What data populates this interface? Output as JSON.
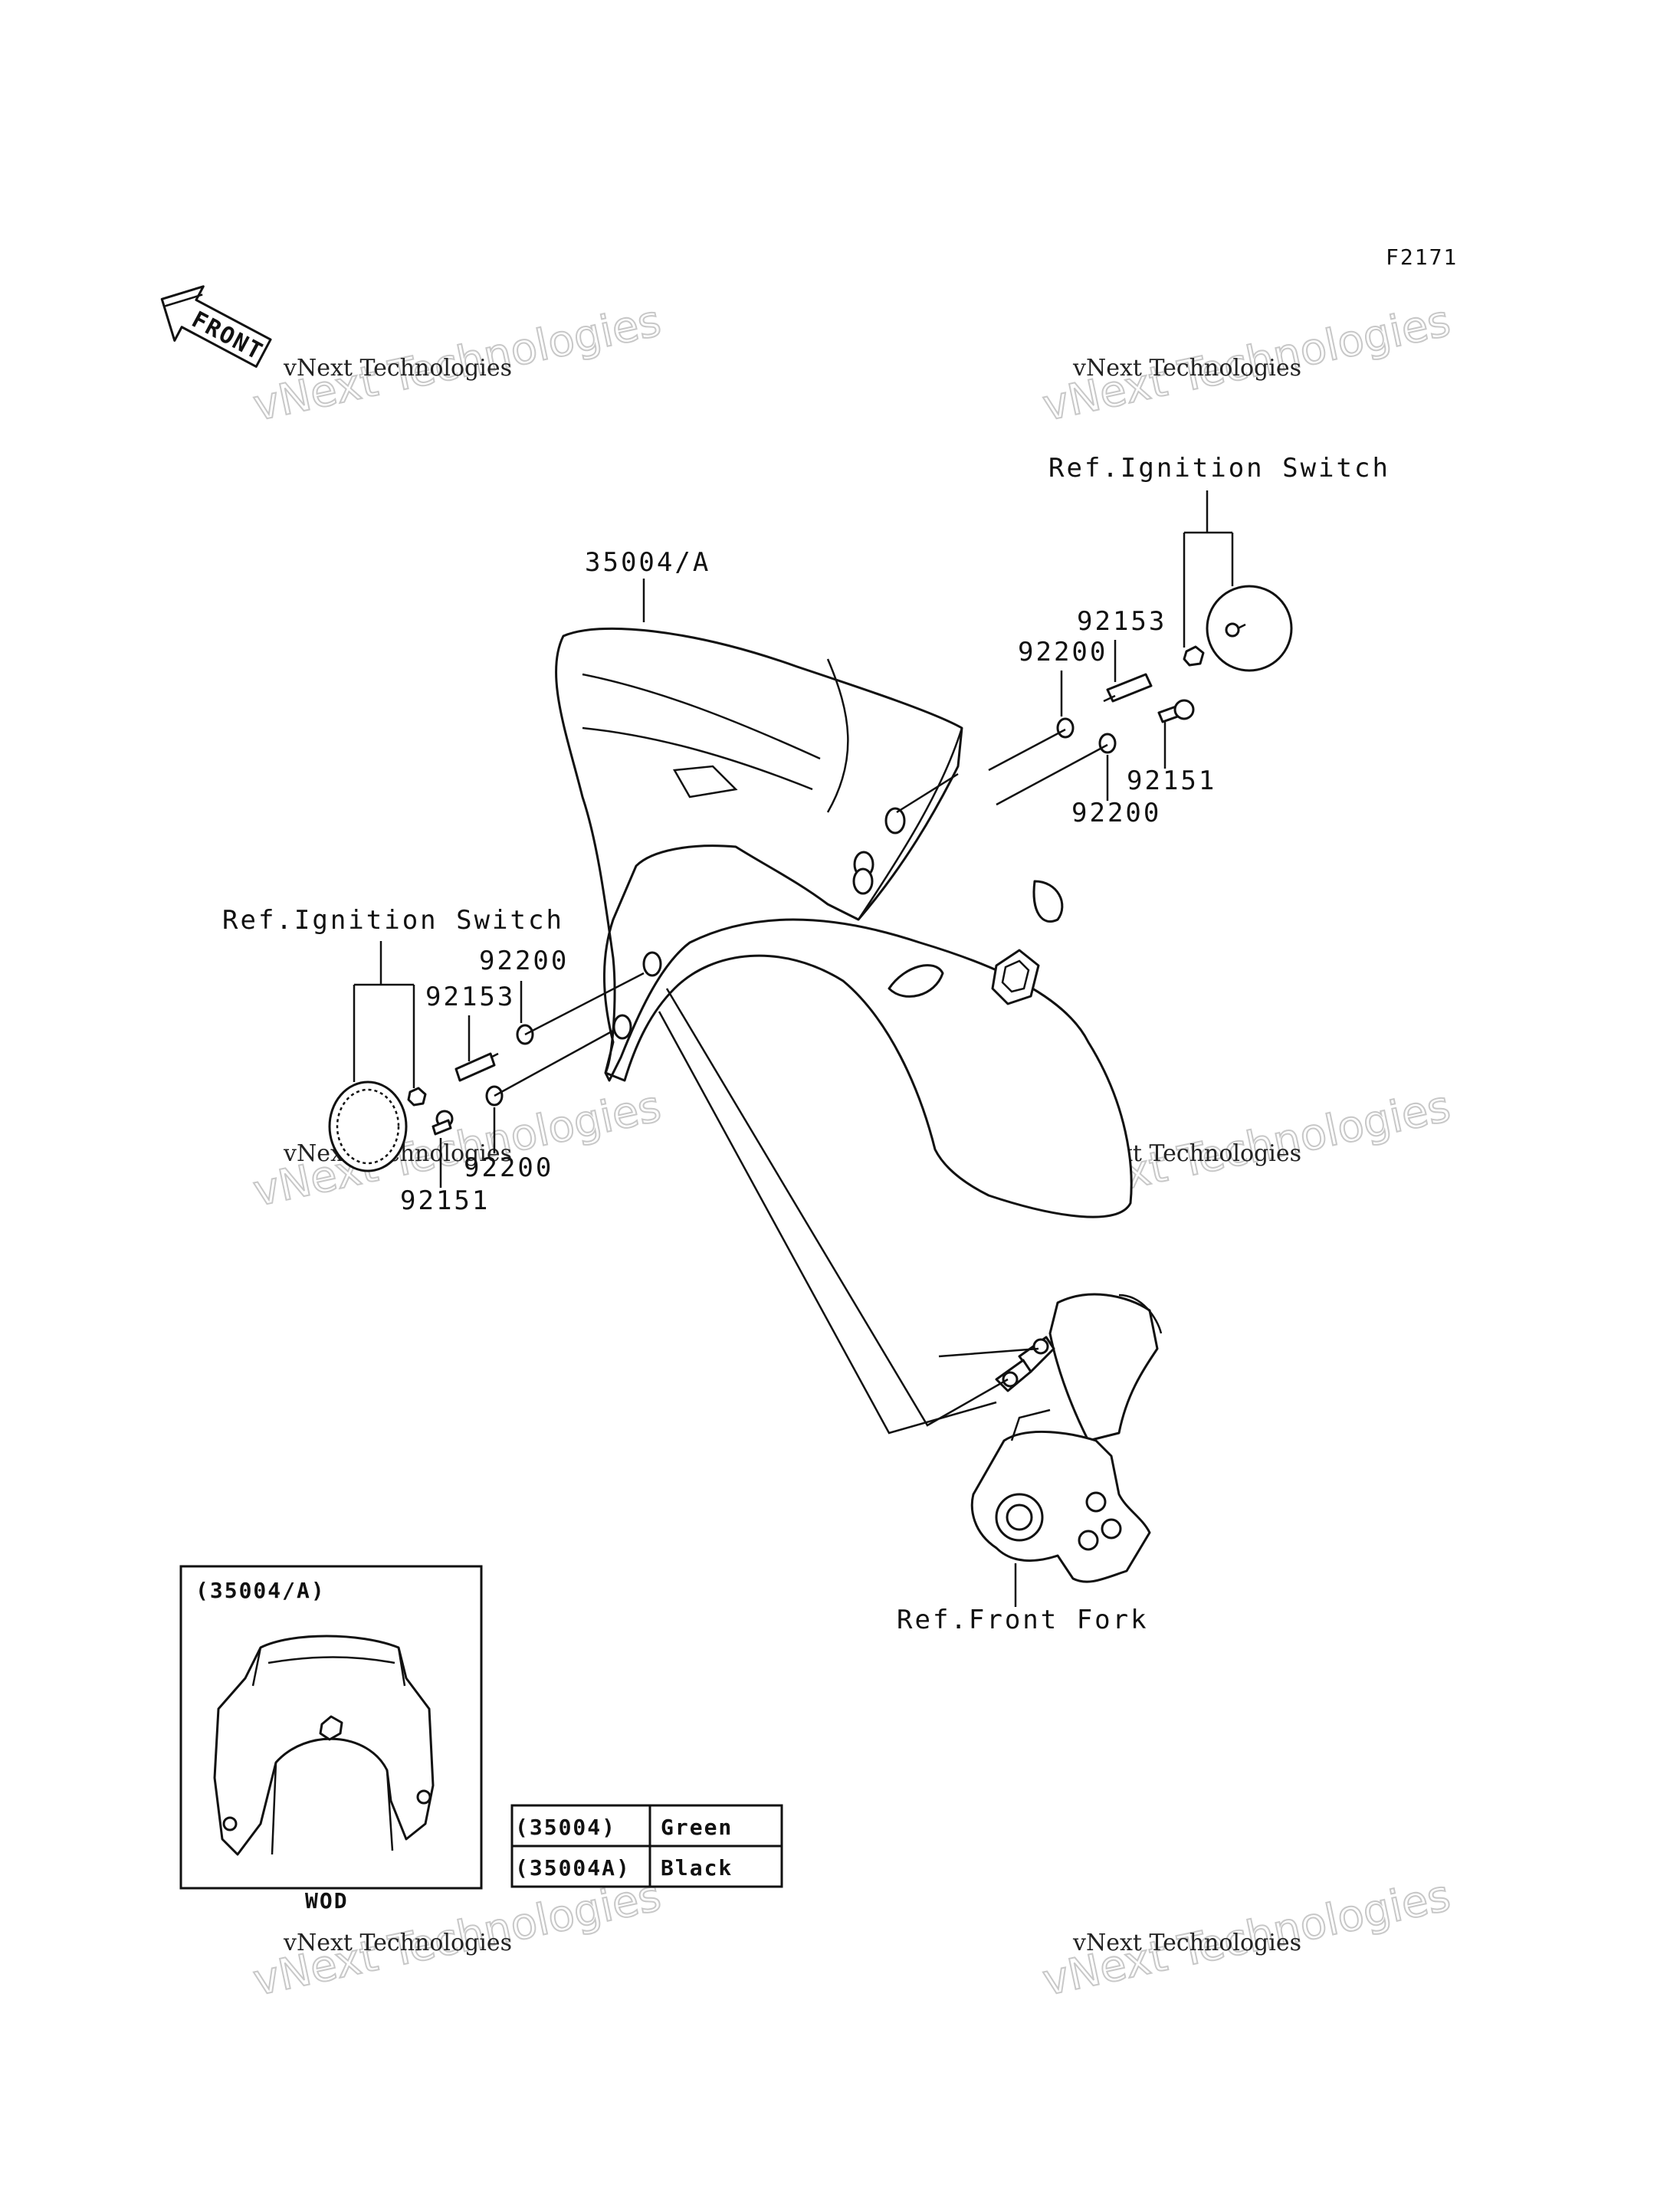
{
  "figure_code": "F2171",
  "front_arrow_label": "FRONT",
  "callouts": {
    "fender": "35004/A",
    "ref_ignition_top": "Ref.Ignition Switch",
    "ref_ignition_left": "Ref.Ignition Switch",
    "ref_front_fork": "Ref.Front Fork",
    "p92153_top": "92153",
    "p92200_top_a": "92200",
    "p92151_top": "92151",
    "p92200_top_b": "92200",
    "p92200_left_a": "92200",
    "p92153_left": "92153",
    "p92200_left_b": "92200",
    "p92151_left": "92151"
  },
  "inset": {
    "title": "(35004/A)",
    "label": "WOD"
  },
  "color_table": {
    "rows": [
      {
        "code": "(35004)",
        "color": "Green"
      },
      {
        "code": "(35004A)",
        "color": "Black"
      }
    ]
  },
  "watermarks": [
    {
      "line1": "vNext Technologies",
      "line2": "vNext Technologies"
    },
    {
      "line1": "vNext Technologies",
      "line2": "vNext Technologies"
    },
    {
      "line1": "vNext Technologies",
      "line2": "vNext Technologies"
    },
    {
      "line1": "vNext Technologies",
      "line2": "vNext Technologies"
    },
    {
      "line1": "vNext Technologies",
      "line2": "vNext Technologies"
    },
    {
      "line1": "vNext Technologies",
      "line2": "vNext Technologies"
    }
  ]
}
